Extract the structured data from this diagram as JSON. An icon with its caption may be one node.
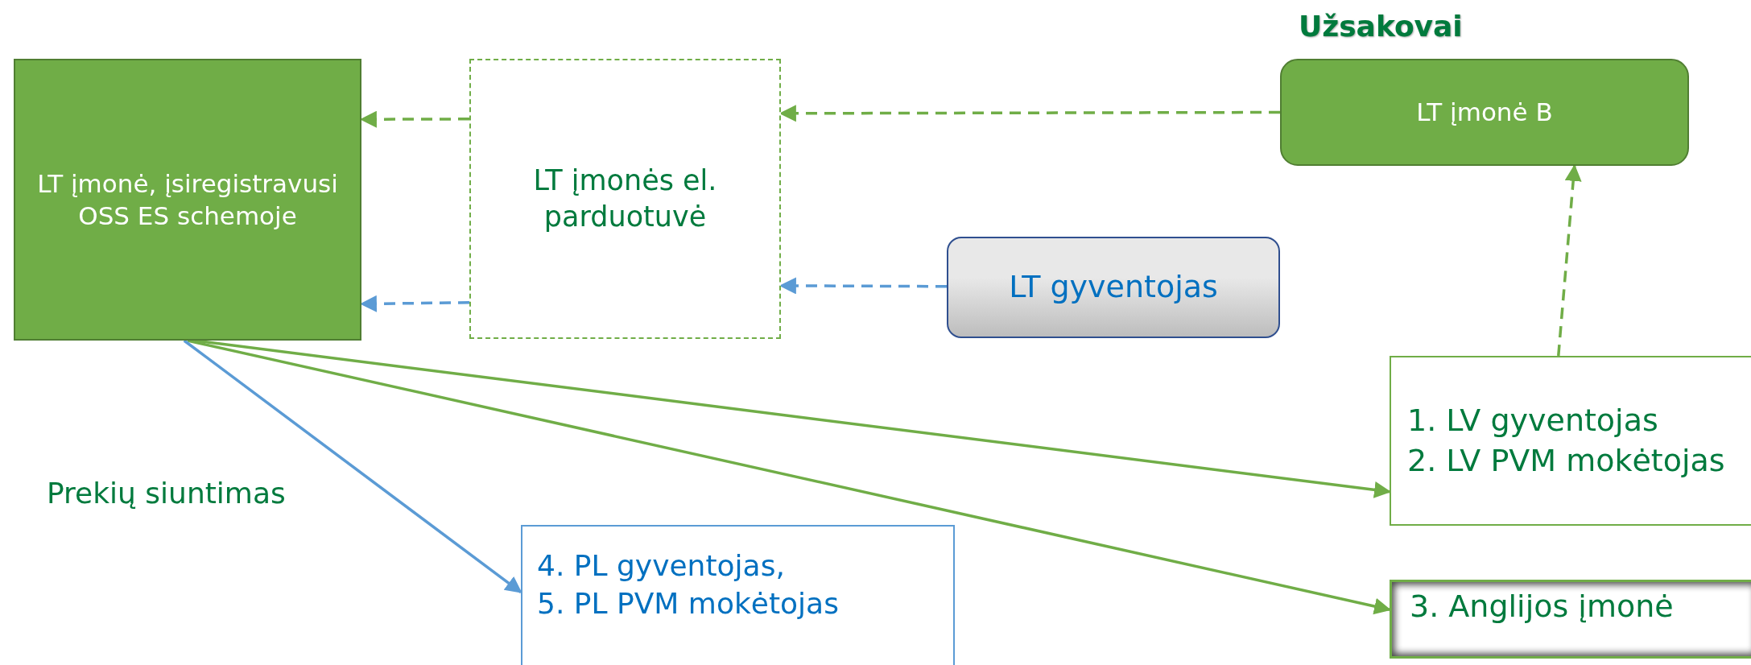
{
  "diagram": {
    "nodes": [
      {
        "text": [
          "LT įmonė, įsiregistravusi OSS ES schemoje"
        ]
      },
      {
        "text": [
          "LT įmonės el. parduotuvė"
        ]
      },
      {
        "text": [
          "LT įmonė B"
        ]
      },
      {
        "text": [
          "LT gyventojas"
        ]
      },
      {
        "text": [
          "1. LV gyventojas",
          "2. LV PVM mokėtojas"
        ]
      },
      {
        "text": [
          "4. PL gyventojas,",
          "5. PL PVM mokėtojas"
        ]
      },
      {
        "text": [
          "3. Anglijos įmonė"
        ]
      }
    ],
    "edges": [
      {
        "from": 1,
        "to": 0,
        "arrow": "to",
        "style": "dashed"
      },
      {
        "from": 2,
        "to": 1,
        "arrow": "to",
        "style": "dashed"
      },
      {
        "from": 3,
        "to": 1,
        "arrow": "to",
        "style": "dashed",
        "color": "#5b9bd5"
      },
      {
        "from": 1,
        "to": 0,
        "arrow": "to",
        "style": "dashed",
        "color": "#5b9bd5"
      },
      {
        "from": 4,
        "to": 2,
        "arrow": "to",
        "style": "dashed"
      },
      {
        "from": 0,
        "to": 4,
        "arrow": "to"
      },
      {
        "from": 0,
        "to": 6,
        "arrow": "to"
      },
      {
        "from": 0,
        "to": 5,
        "arrow": "to",
        "color": "#5b9bd5"
      }
    ],
    "labels": [
      "Užsakovai",
      "Prekių siuntimas"
    ]
  }
}
